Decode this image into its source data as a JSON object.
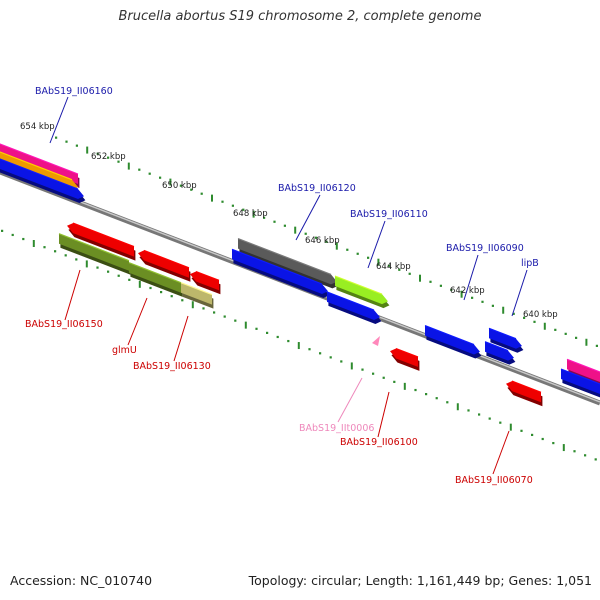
{
  "title": "Brucella abortus S19 chromosome 2, complete genome",
  "footer": {
    "accession": "Accession: NC_010740",
    "topology": "Topology: circular; Length: 1,161,449 bp; Genes: 1,051"
  },
  "colors": {
    "backbone": "#8a8a8a",
    "tick": "#2e8b2e",
    "label_forward": "#1a1aaa",
    "label_reverse": "#cc0000",
    "label_rna": "#ee88bb",
    "blue": "#0a14e6",
    "red": "#ee0000",
    "olive": "#6b8e23",
    "khaki": "#bdb76b",
    "gray": "#5a5a5a",
    "lime": "#99ee22",
    "magenta": "#ee1188",
    "orange": "#ee9900",
    "pink": "#ff88bb"
  },
  "ruler": {
    "labels": [
      "654 kbp",
      "652 kbp",
      "650 kbp",
      "648 kbp",
      "646 kbp",
      "644 kbp",
      "642 kbp",
      "640 kbp"
    ]
  },
  "gene_labels": [
    {
      "text": "BAbS19_II06160",
      "strand": "forward"
    },
    {
      "text": "BAbS19_II06120",
      "strand": "forward"
    },
    {
      "text": "BAbS19_II06110",
      "strand": "forward"
    },
    {
      "text": "BAbS19_II06090",
      "strand": "forward"
    },
    {
      "text": "lipB",
      "strand": "forward"
    },
    {
      "text": "BAbS19_II06150",
      "strand": "reverse"
    },
    {
      "text": "glmU",
      "strand": "reverse"
    },
    {
      "text": "BAbS19_II06130",
      "strand": "reverse"
    },
    {
      "text": "BAbS19_IIt0006",
      "strand": "rna"
    },
    {
      "text": "BAbS19_II06100",
      "strand": "reverse"
    },
    {
      "text": "BAbS19_II06070",
      "strand": "reverse"
    }
  ]
}
